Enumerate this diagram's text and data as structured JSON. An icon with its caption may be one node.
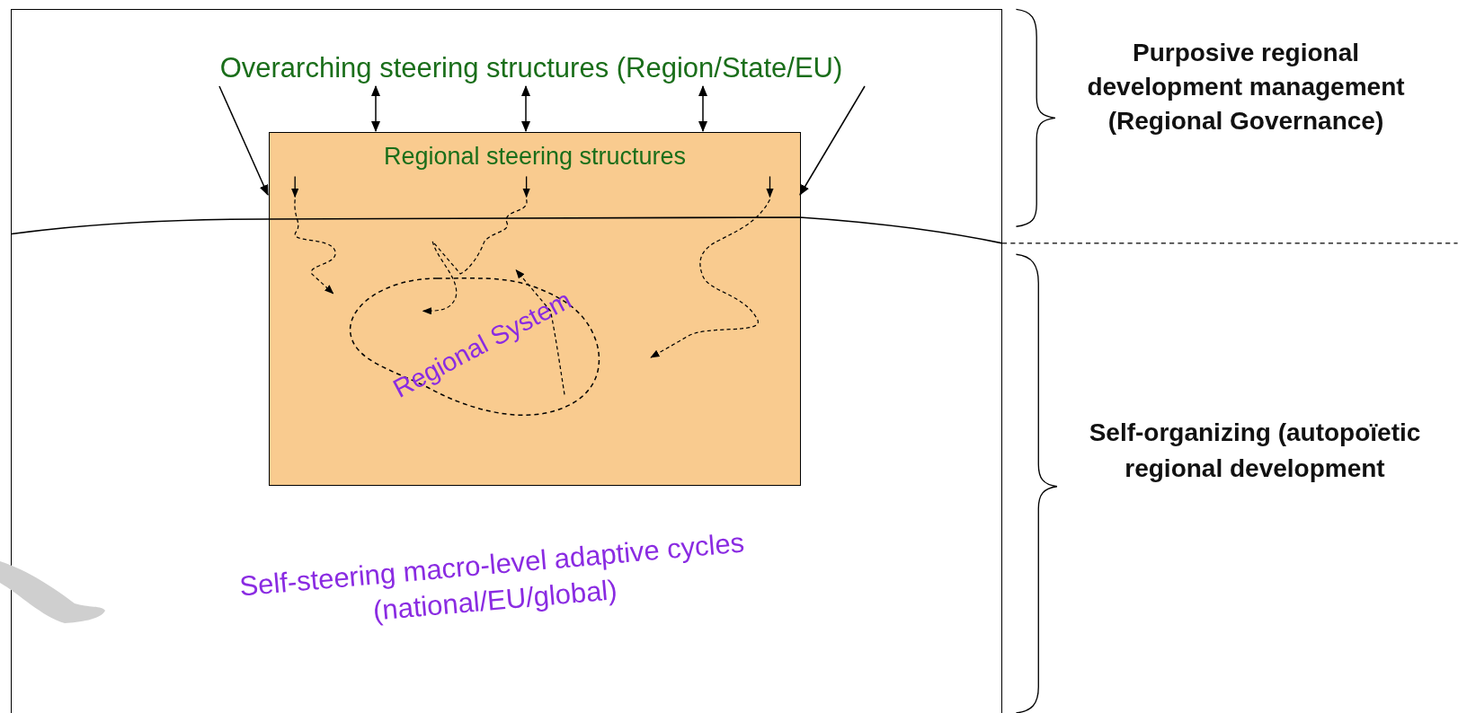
{
  "diagram": {
    "nodes": [
      {
        "text": [
          "Self-steering macro-level adaptive cycles (national/EU/global)"
        ]
      },
      {
        "text": [
          "Overarching steering structures (Region/State/EU)"
        ],
        "in": 0
      },
      {
        "text": [
          "Regional steering structures"
        ],
        "in": 0
      },
      {
        "text": [
          "Regional System"
        ],
        "in": 2
      },
      {
        "text": [],
        "shape": "blob"
      }
    ],
    "edges": [
      {
        "from": 1,
        "to": 2,
        "arrow": "both"
      },
      {
        "from": 1,
        "to": 2,
        "arrow": "both"
      },
      {
        "from": 1,
        "to": 2,
        "arrow": "both"
      },
      {
        "from": 1,
        "to": 2,
        "arrow": "to"
      },
      {
        "from": 1,
        "to": 2,
        "arrow": "to"
      }
    ],
    "labels": [
      "Purposive regional development management (Regional Governance)",
      "Self-organizing (autopoïetic regional development"
    ]
  }
}
